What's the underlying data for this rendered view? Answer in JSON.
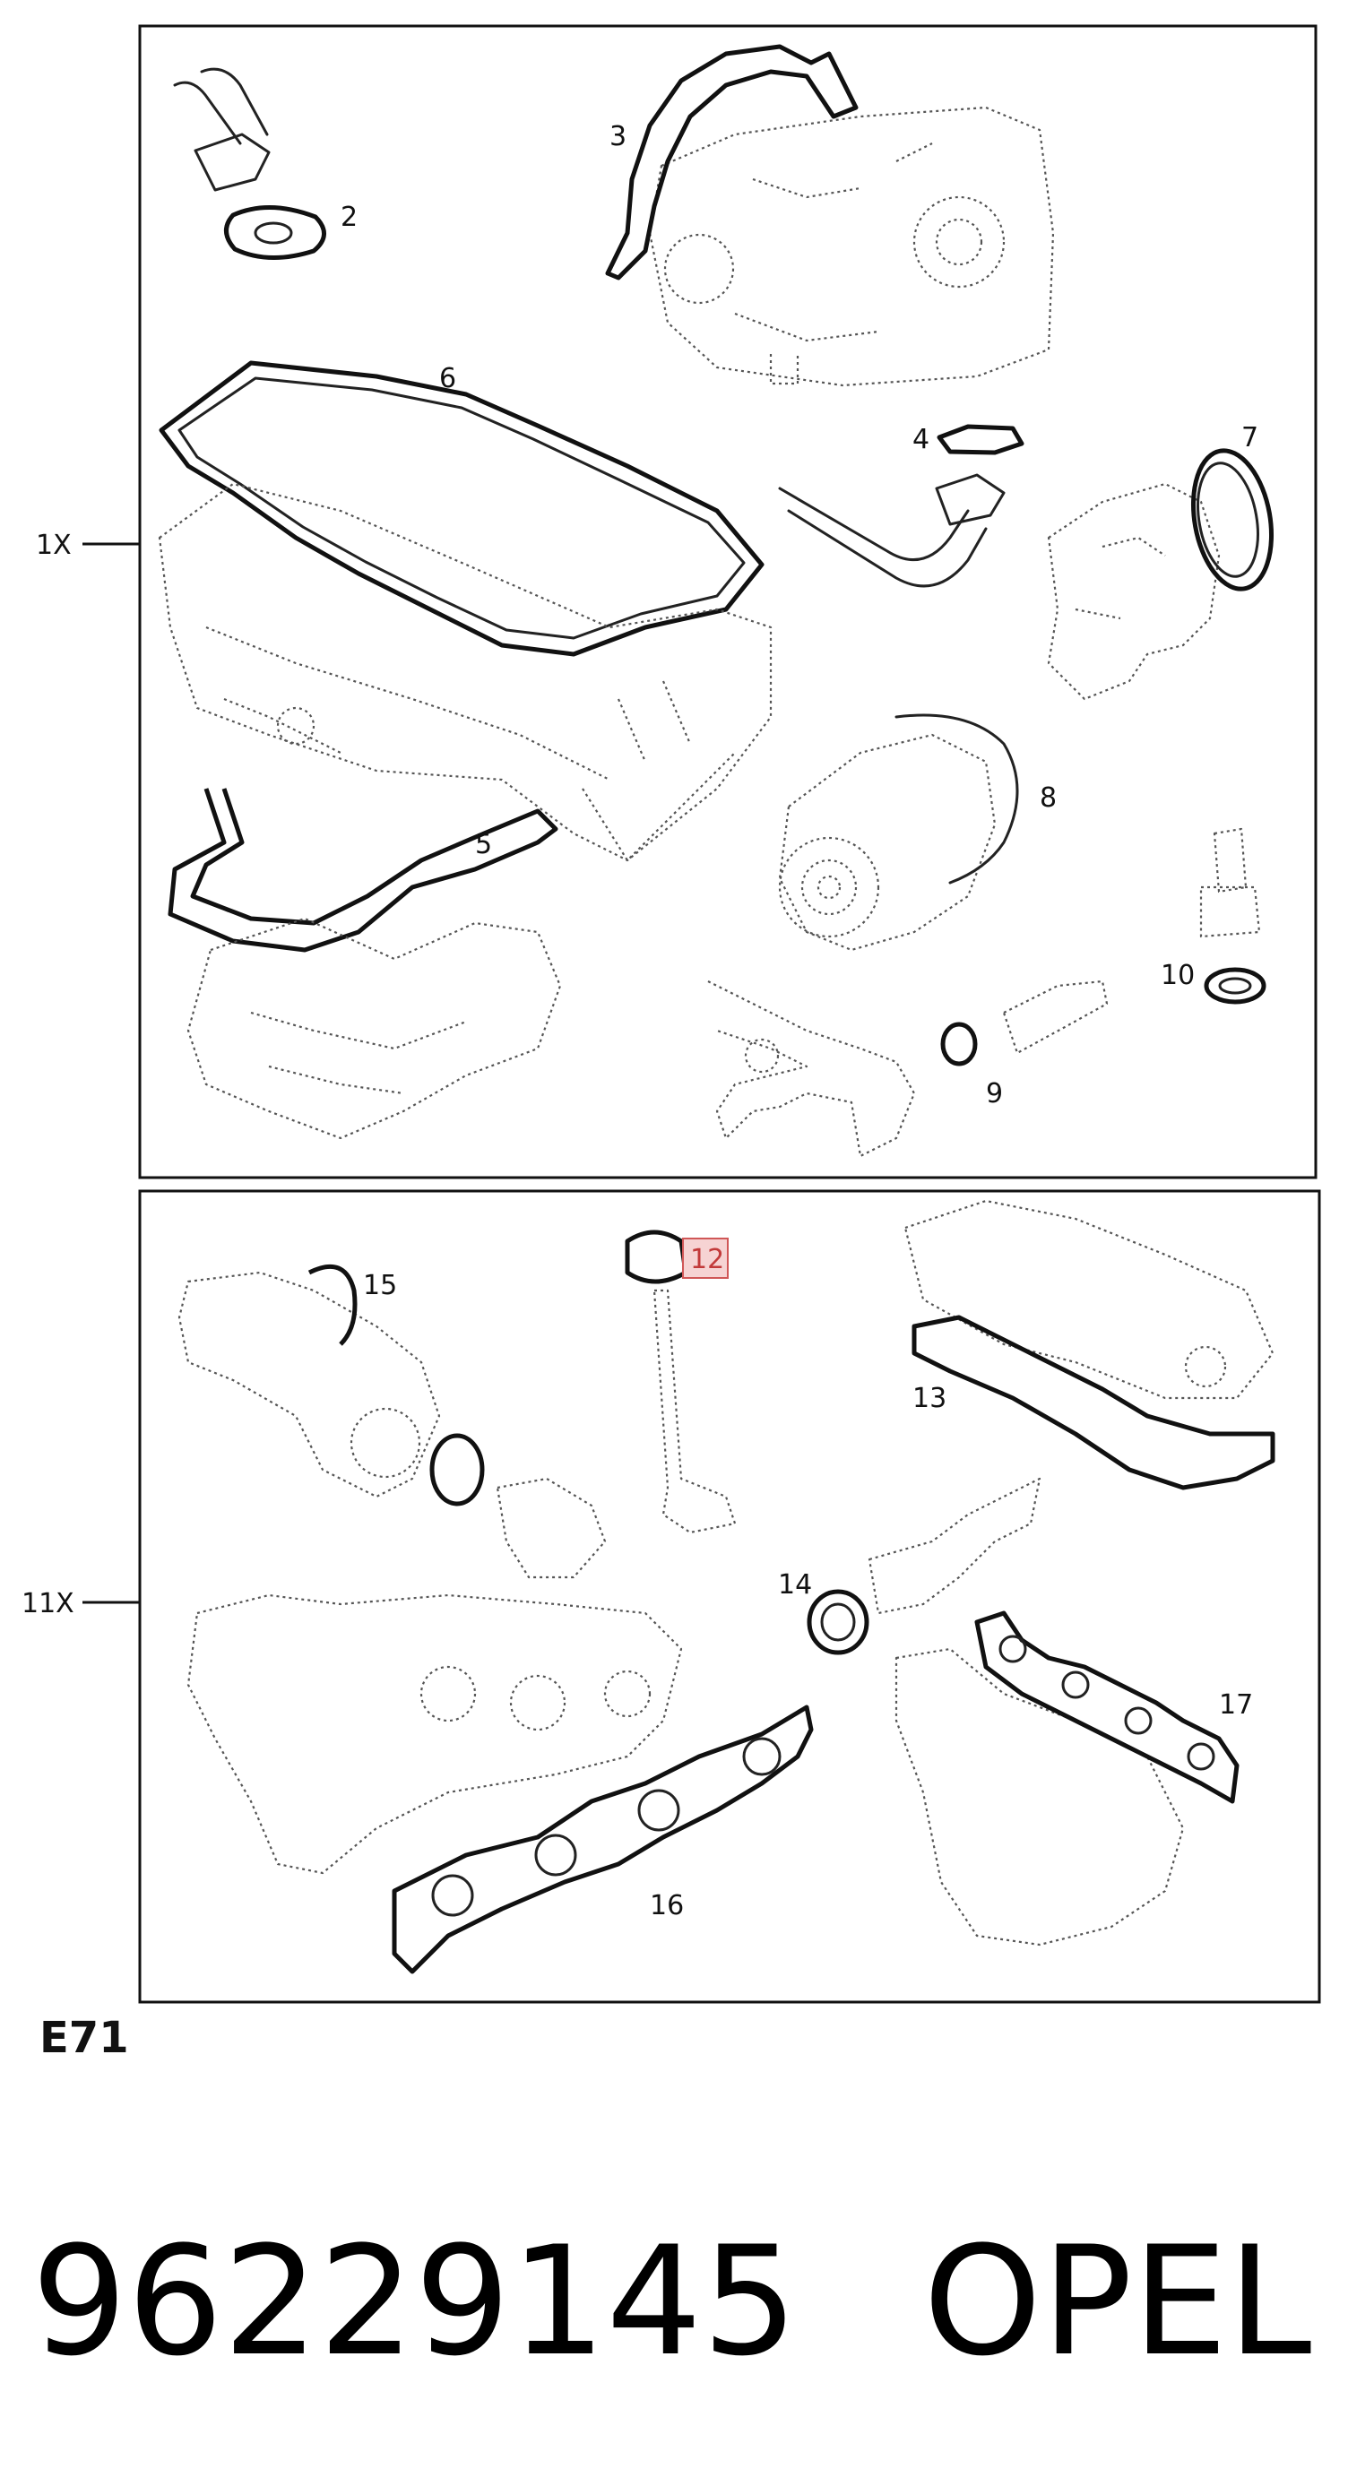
{
  "groups": [
    {
      "label": "1X"
    },
    {
      "label": "11X"
    }
  ],
  "callouts": [
    "2",
    "3",
    "4",
    "5",
    "6",
    "7",
    "8",
    "9",
    "10",
    "12",
    "13",
    "14",
    "15",
    "16",
    "17"
  ],
  "highlight_callout": "12",
  "diagram_code": "E71",
  "part_number": "96229145",
  "brand": "OPEL",
  "colors": {
    "highlight_fill": "#f6d3d3",
    "highlight_stroke": "#d05757",
    "line": "#222222"
  }
}
